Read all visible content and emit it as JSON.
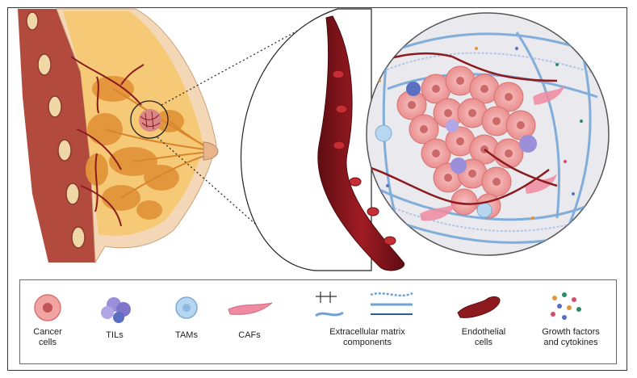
{
  "legend": {
    "cancer_cells": "Cancer\ncells",
    "tils": "TILs",
    "tams": "TAMs",
    "cafs": "CAFs",
    "ecm": "Extracellular matrix\ncomponents",
    "endothelial": "Endothelial\ncells",
    "growth": "Growth factors\nand cytokines"
  },
  "colors": {
    "skin": "#f4d7b6",
    "adipose": "#f6c977",
    "gland": "#e3953a",
    "muscle": "#b24a3e",
    "vessel": "#8c1a1f",
    "rbc": "#c62e35",
    "cancer": "#f2a3a3",
    "til": "#9a8fd8",
    "tam": "#b7d6f0",
    "caf": "#f08aa0",
    "ecm": "#6fa3d6",
    "tme_bg": "#e9e9ee"
  }
}
